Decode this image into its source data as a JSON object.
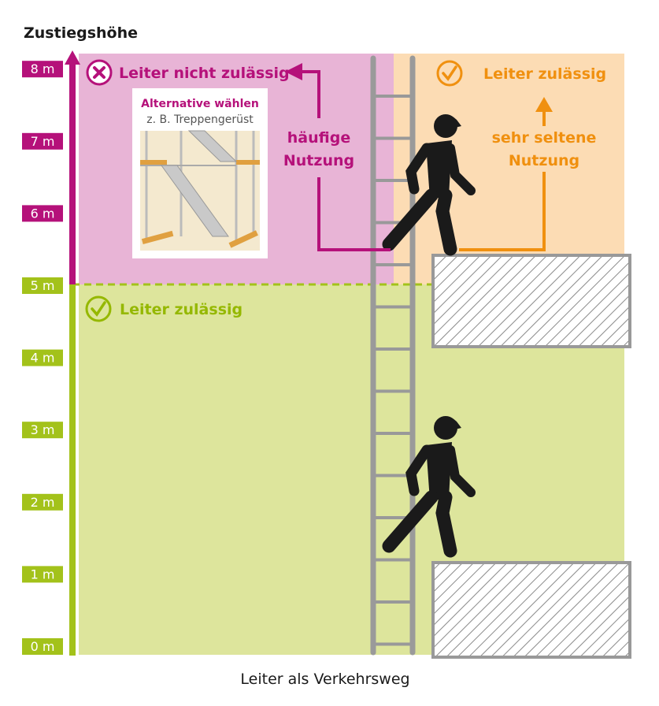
{
  "title": "Zustiegshöhe",
  "caption": "Leiter als Verkehrsweg",
  "axis_ticks": [
    "0 m",
    "1 m",
    "2 m",
    "3 m",
    "4 m",
    "5 m",
    "6 m",
    "7 m",
    "8 m"
  ],
  "zones": {
    "not_allowed": {
      "label": "Leiter nicht zulässig",
      "icon": "x-circle-icon",
      "color": "#b5117a"
    },
    "allowed_upper": {
      "label": "Leiter zulässig",
      "icon": "check-circle-icon",
      "color": "#f0900f"
    },
    "allowed_lower": {
      "label": "Leiter zulässig",
      "icon": "check-circle-icon",
      "color": "#95b800"
    }
  },
  "usage": {
    "frequent": [
      "häufige",
      "Nutzung"
    ],
    "rare": [
      "sehr seltene",
      "Nutzung"
    ]
  },
  "alternative": {
    "title": "Alternative wählen",
    "subtitle": "z. B. Treppengerüst"
  },
  "colors": {
    "pink_bg": "#e8b4d6",
    "orange_bg": "#fcdcb4",
    "green_bg": "#dde59c",
    "magenta": "#b5117a",
    "green": "#a3c21a",
    "orange": "#f0900f"
  }
}
